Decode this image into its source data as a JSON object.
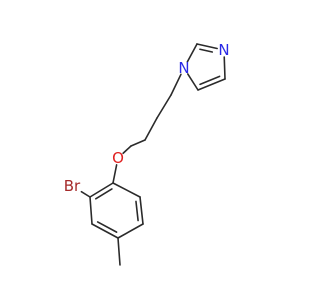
{
  "structure": {
    "atoms": [
      {
        "id": "n1",
        "symbol": "N",
        "label": "N",
        "color": "#2a2ae6"
      },
      {
        "id": "c2",
        "symbol": "C",
        "label": "",
        "color": "#2b2b2b"
      },
      {
        "id": "n3",
        "symbol": "N",
        "label": "N",
        "color": "#2a2ae6"
      },
      {
        "id": "c4",
        "symbol": "C",
        "label": "",
        "color": "#2b2b2b"
      },
      {
        "id": "c5",
        "symbol": "C",
        "label": "",
        "color": "#2b2b2b"
      },
      {
        "id": "ca",
        "symbol": "C",
        "label": "",
        "color": "#2b2b2b"
      },
      {
        "id": "cb",
        "symbol": "C",
        "label": "",
        "color": "#2b2b2b"
      },
      {
        "id": "cc",
        "symbol": "C",
        "label": "",
        "color": "#2b2b2b"
      },
      {
        "id": "cd",
        "symbol": "C",
        "label": "",
        "color": "#2b2b2b"
      },
      {
        "id": "o",
        "symbol": "O",
        "label": "O",
        "color": "#e02020"
      },
      {
        "id": "r1",
        "symbol": "C",
        "label": "",
        "color": "#2b2b2b"
      },
      {
        "id": "r2",
        "symbol": "C",
        "label": "",
        "color": "#2b2b2b"
      },
      {
        "id": "r3",
        "symbol": "C",
        "label": "",
        "color": "#2b2b2b"
      },
      {
        "id": "r4",
        "symbol": "C",
        "label": "",
        "color": "#2b2b2b"
      },
      {
        "id": "r5",
        "symbol": "C",
        "label": "",
        "color": "#2b2b2b"
      },
      {
        "id": "r6",
        "symbol": "C",
        "label": "",
        "color": "#2b2b2b"
      },
      {
        "id": "br",
        "symbol": "Br",
        "label": "Br",
        "color": "#a52a2a"
      },
      {
        "id": "me",
        "symbol": "C",
        "label": "",
        "color": "#2b2b2b"
      }
    ],
    "bonds": [
      {
        "from": "n1",
        "to": "c2",
        "order": 1
      },
      {
        "from": "c2",
        "to": "n3",
        "order": 2
      },
      {
        "from": "n3",
        "to": "c4",
        "order": 1
      },
      {
        "from": "c4",
        "to": "c5",
        "order": 2
      },
      {
        "from": "c5",
        "to": "n1",
        "order": 1
      },
      {
        "from": "n1",
        "to": "ca",
        "order": 1
      },
      {
        "from": "ca",
        "to": "cb",
        "order": 1
      },
      {
        "from": "cb",
        "to": "cc",
        "order": 1
      },
      {
        "from": "cc",
        "to": "cd",
        "order": 1
      },
      {
        "from": "cd",
        "to": "o",
        "order": 1
      },
      {
        "from": "o",
        "to": "r1",
        "order": 1
      },
      {
        "from": "r1",
        "to": "r2",
        "order": 2
      },
      {
        "from": "r2",
        "to": "r3",
        "order": 1
      },
      {
        "from": "r3",
        "to": "r4",
        "order": 2
      },
      {
        "from": "r4",
        "to": "r5",
        "order": 1
      },
      {
        "from": "r5",
        "to": "r6",
        "order": 2
      },
      {
        "from": "r6",
        "to": "r1",
        "order": 1
      },
      {
        "from": "r2",
        "to": "br",
        "order": 1
      },
      {
        "from": "r4",
        "to": "me",
        "order": 1
      }
    ]
  }
}
